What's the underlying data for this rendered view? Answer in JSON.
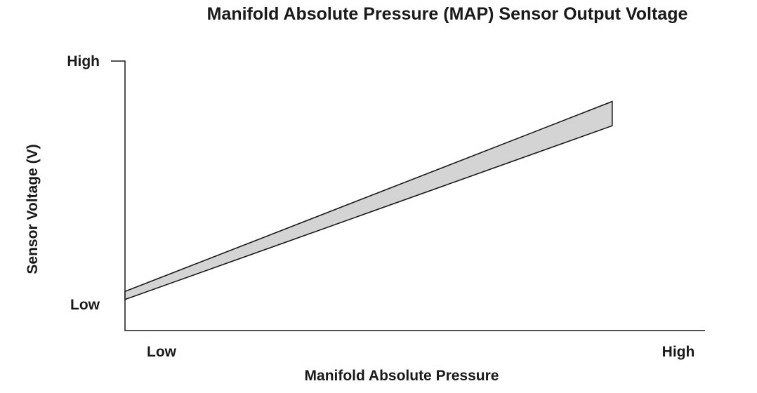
{
  "chart_data": {
    "type": "area",
    "title": "Manifold Absolute Pressure (MAP) Sensor Output Voltage",
    "xlabel": "Manifold Absolute Pressure",
    "ylabel": "Sensor Voltage (V)",
    "x_ticks": [
      "Low",
      "High"
    ],
    "y_ticks": [
      "Low",
      "High"
    ],
    "xlim": [
      0,
      1
    ],
    "ylim": [
      0,
      1
    ],
    "grid": false,
    "band": {
      "x": [
        0,
        0.84
      ],
      "upper": [
        0.145,
        0.85
      ],
      "lower": [
        0.115,
        0.76
      ],
      "fill_color": "#d4d4d4",
      "edge_color": "#1a1a1a"
    }
  }
}
